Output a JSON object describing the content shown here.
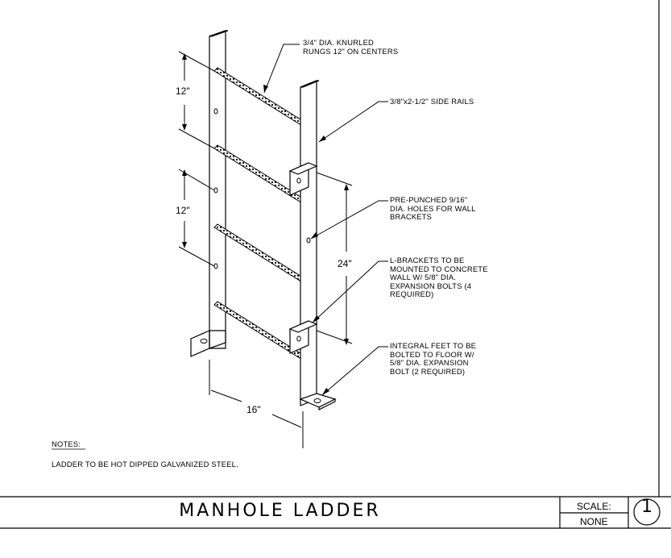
{
  "callouts": {
    "rungs": "3/4\" DIA. KNURLED\nRUNGS 12\" ON CENTERS",
    "side_rails": "3/8\"x2-1/2\" SIDE RAILS",
    "holes": "PRE-PUNCHED 9/16\"\nDIA. HOLES FOR WALL\nBRACKETS",
    "brackets": "L-BRACKETS TO BE\nMOUNTED TO CONCRETE\nWALL W/ 5/8\" DIA.\nEXPANSION BOLTS (4\nREQUIRED)",
    "feet": "INTEGRAL FEET TO BE\nBOLTED TO FLOOR W/\n5/8\" DIA. EXPANSION\nBOLT (2 REQUIRED)"
  },
  "dimensions": {
    "rung_spacing_top": "12\"",
    "rung_spacing_mid": "12\"",
    "bracket_spacing": "24\"",
    "width": "16\""
  },
  "notes": {
    "heading": "NOTES:",
    "text": "LADDER TO BE HOT DIPPED GALVANIZED STEEL."
  },
  "title_block": {
    "title": "MANHOLE LADDER",
    "scale_label": "SCALE:",
    "scale_value": "NONE",
    "sheet_number": "1"
  }
}
